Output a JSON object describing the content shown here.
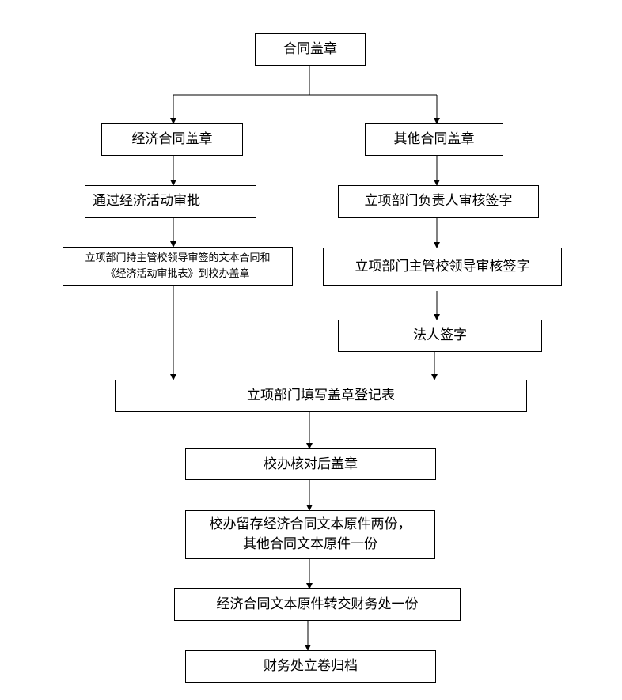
{
  "nodes": {
    "n1": "合同盖章",
    "n2": "经济合同盖章",
    "n3": "其他合同盖章",
    "n4": "通过经济活动审批",
    "n5": [
      "立项部门持主管校领导审签的文本合同和",
      "《经济活动审批表》到校办盖章"
    ],
    "n6": "立项部门负责人审核签字",
    "n7": "立项部门主管校领导审核签字",
    "n8": "法人签字",
    "n9": "立项部门填写盖章登记表",
    "n10": "校办核对后盖章",
    "n11": [
      "校办留存经济合同文本原件两份，",
      "其他合同文本原件一份"
    ],
    "n12": "经济合同文本原件转交财务处一份",
    "n13": "财务处立卷归档"
  }
}
